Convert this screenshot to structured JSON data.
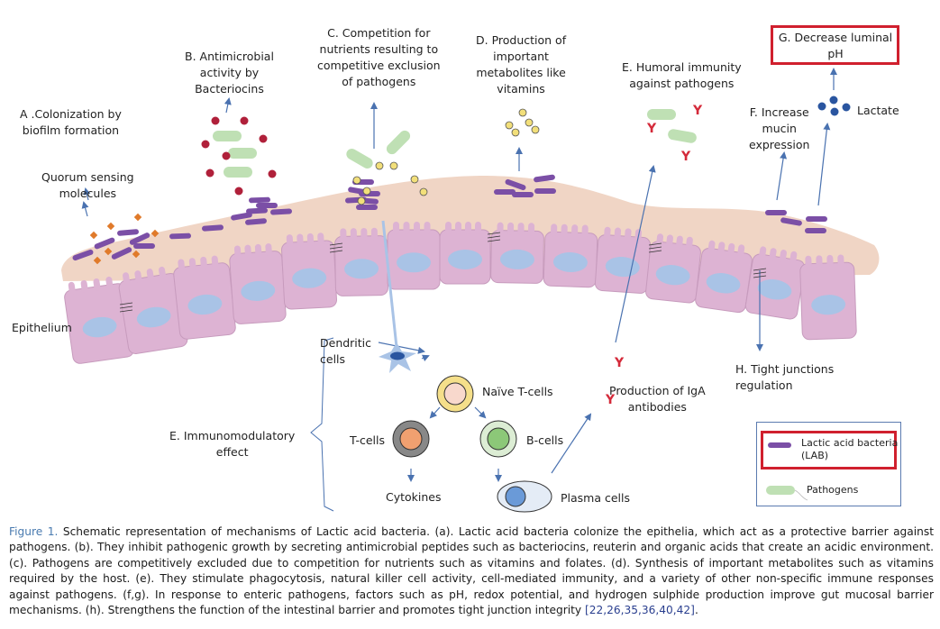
{
  "labels": {
    "a": "A .Colonization by\nbiofilm formation",
    "quorum": "Quorum sensing\nmolecules",
    "b": "B. Antimicrobial\nactivity by\nBacteriocins",
    "c": "C. Competition for\nnutrients resulting to\ncompetitive exclusion\nof pathogens",
    "d": "D. Production of\nimportant\nmetabolites like\nvitamins",
    "e_humoral": "E. Humoral immunity\nagainst pathogens",
    "f": "F. Increase\nmucin\nexpression",
    "g": "G. Decrease luminal\npH",
    "lactate": "Lactate",
    "epithelium": "Epithelium",
    "dendritic": "Dendritic\ncells",
    "naive_t": "Naïve T-cells",
    "t_cells": "T-cells",
    "b_cells": "B-cells",
    "cytokines": "Cytokines",
    "plasma": "Plasma cells",
    "e_immuno": "E. Immunomodulatory\neffect",
    "iga": "Production of IgA\nantibodies",
    "h": "H. Tight junctions\nregulation"
  },
  "legend": {
    "items": [
      {
        "label": "Lactic acid bacteria\n(LAB)",
        "icon": "lab-rod-icon",
        "color": "#7b4fa6",
        "highlighted": true
      },
      {
        "label": "Pathogens",
        "icon": "pathogen-icon",
        "color": "#bfe0b4",
        "highlighted": false
      }
    ]
  },
  "colors": {
    "lab": "#7b4fa6",
    "pathogen": "#bfe0b4",
    "mucus": "#f0d5c5",
    "cell": "#ddb3d3",
    "nucleus": "#a9c3e6",
    "arrow": "#4a72b0",
    "bacteriocin": "#b0203a",
    "antibody": "#d42a3a",
    "nutrient": "#f2df7a",
    "quorum": "#e07a2a",
    "lactate": "#2a55a0",
    "highlight": "#d0202e"
  },
  "caption": {
    "figure_label": "Figure 1.",
    "text": " Schematic representation of mechanisms of Lactic acid bacteria. (a). Lactic acid bacteria colonize the epithelia, which act as a protective barrier against pathogens. (b). They inhibit pathogenic growth by secreting antimicrobial peptides such as bacteriocins, reuterin and organic acids that create an acidic environment. (c). Pathogens are competitively excluded due to competition for nutrients such as vitamins and folates. (d). Synthesis of important metabolites such as vitamins required by the host. (e). They stimulate phagocytosis, natural killer cell activity, cell-mediated immunity, and a variety of other non-specific immune responses against pathogens. (f,g). In response to enteric pathogens, factors such as pH, redox potential, and hydrogen sulphide production improve gut mucosal barrier mechanisms. (h). Strengthens the function of the intestinal barrier and promotes tight junction integrity ",
    "references": "[22,26,35,36,40,42]",
    "end": "."
  }
}
